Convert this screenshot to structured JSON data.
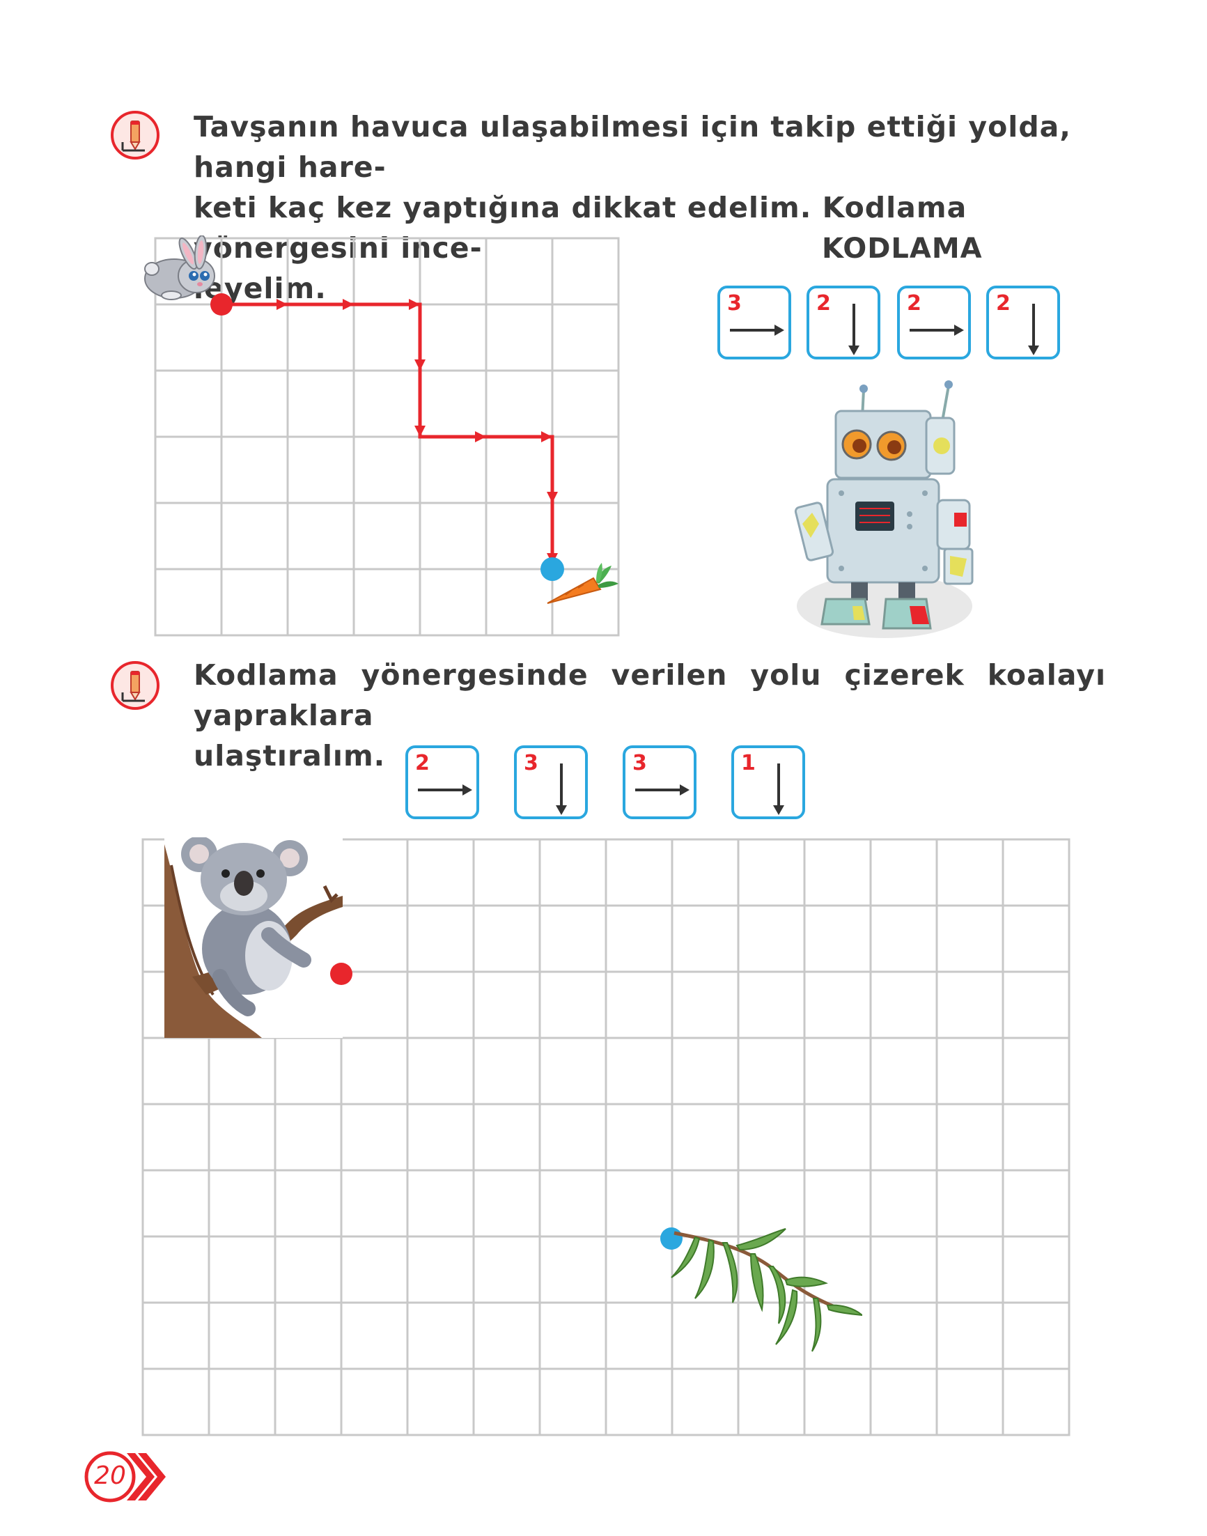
{
  "question1": {
    "text_line1": "Tavşanın havuca ulaşabilmesi için takip ettiği yolda, hangi hare-",
    "text_line2": "keti kaç kez yaptığına dikkat edelim. Kodlama yönergesini ince-",
    "text_line3": "leyelim."
  },
  "coding_panel": {
    "title": "KODLAMA",
    "cards": [
      {
        "count": "3",
        "direction": "right-arrow-icon"
      },
      {
        "count": "2",
        "direction": "down-arrow-icon"
      },
      {
        "count": "2",
        "direction": "right-arrow-icon"
      },
      {
        "count": "2",
        "direction": "down-arrow-icon"
      }
    ]
  },
  "question2": {
    "text_line1": "Kodlama yönergesinde verilen yolu çizerek koalayı yapraklara",
    "text_line2": "ulaştıralım.",
    "cards": [
      {
        "count": "2",
        "direction": "right-arrow-icon"
      },
      {
        "count": "3",
        "direction": "down-arrow-icon"
      },
      {
        "count": "3",
        "direction": "right-arrow-icon"
      },
      {
        "count": "1",
        "direction": "down-arrow-icon"
      }
    ]
  },
  "colors": {
    "accent_red": "#e8262c",
    "accent_blue": "#2aa7df",
    "grid_gray": "#c8c8c8",
    "text": "#3a3a3a"
  },
  "page_number": "20"
}
